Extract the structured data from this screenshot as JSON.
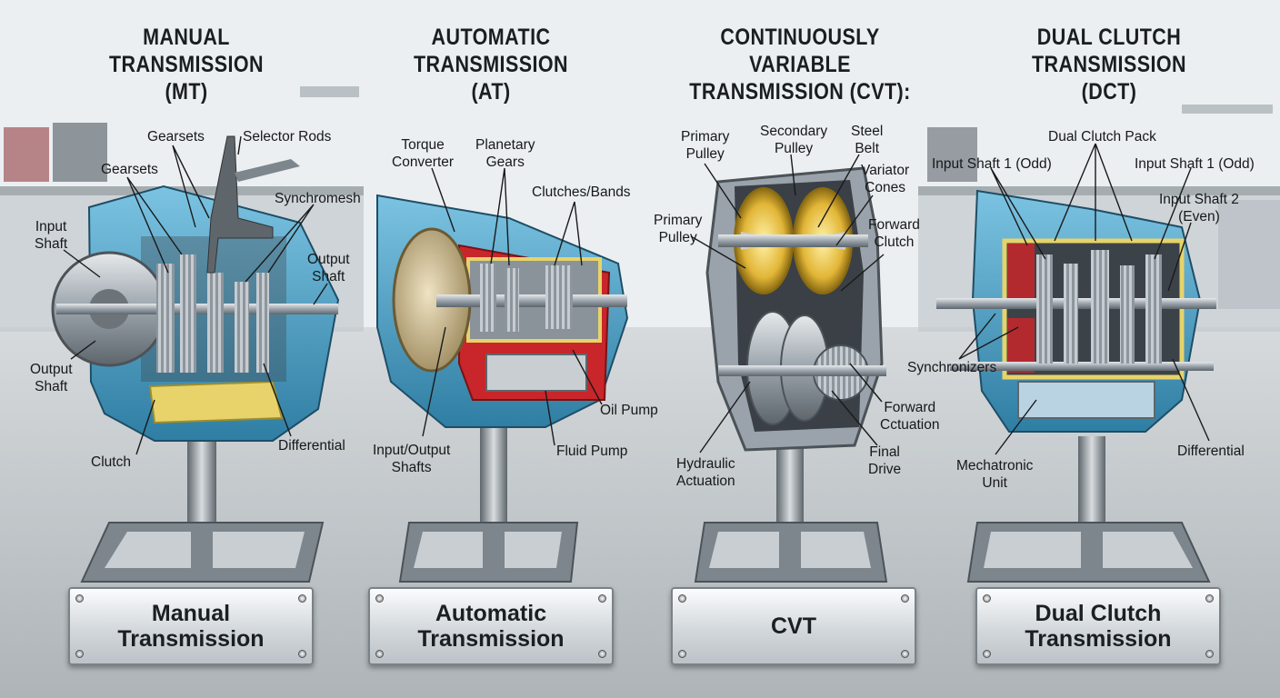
{
  "titles": {
    "mt": [
      "MANUAL",
      "TRANSMISSION (MT)"
    ],
    "at": [
      "AUTOMATIC",
      "TRANSMISSION (AT)"
    ],
    "cvt": [
      "CONTINUOUSLY VARIABLE",
      "TRANSMISSION (CVT):"
    ],
    "dct": [
      "DUAL CLUTCH",
      "TRANSMISSION (DCT)"
    ]
  },
  "labels": {
    "mt": {
      "gearsets_top": "Gearsets",
      "selector_rods": "Selector Rods",
      "gearsets": "Gearsets",
      "synchromesh": "Synchromesh",
      "input_shaft": [
        "Input",
        "Shaft"
      ],
      "output_shaft_right": [
        "Output",
        "Shaft"
      ],
      "output_shaft_left": [
        "Output",
        "Shaft"
      ],
      "clutch": "Clutch",
      "differential": "Differential"
    },
    "at": {
      "torque_converter": [
        "Torque",
        "Converter"
      ],
      "planetary_gears": [
        "Planetary",
        "Gears"
      ],
      "clutches_bands": "Clutches/Bands",
      "oil_pump": "Oil Pump",
      "input_output_shafts": [
        "Input/Output",
        "Shafts"
      ],
      "fluid_pump": "Fluid Pump"
    },
    "cvt": {
      "primary_pulley_top": [
        "Primary",
        "Pulley"
      ],
      "secondary_pulley": [
        "Secondary",
        "Pulley"
      ],
      "steel_belt": [
        "Steel",
        "Belt"
      ],
      "variator_cones": [
        "Variator",
        "Cones"
      ],
      "primary_pulley": [
        "Primary",
        "Pulley"
      ],
      "forward_clutch": [
        "Forward",
        "Clutch"
      ],
      "hydraulic_actuation": [
        "Hydraulic",
        "Actuation"
      ],
      "forward_actuation": [
        "Forward",
        "Cctuation"
      ],
      "final_drive": [
        "Final",
        "Drive"
      ]
    },
    "dct": {
      "dual_clutch_pack": "Dual Clutch Pack",
      "input_shaft_1_left": "Input Shaft 1 (Odd)",
      "input_shaft_1_right": "Input Shaft 1 (Odd)",
      "input_shaft_2": [
        "Input Shaft 2",
        "(Even)"
      ],
      "synchronizers": "Synchronizers",
      "mechatronic_unit": [
        "Mechatronic",
        "Unit"
      ],
      "differential": "Differential"
    }
  },
  "plates": {
    "mt": [
      "Manual",
      "Transmission"
    ],
    "at": [
      "Automatic",
      "Transmission"
    ],
    "cvt": [
      "CVT"
    ],
    "dct": [
      "Dual Clutch",
      "Transmission"
    ]
  },
  "colors": {
    "casing_blue": "#4f9fc4",
    "housing_grey": "#8a929a",
    "oil_yellow": "#e7d36a",
    "seal_red": "#c8262a",
    "steel": "#9aa3ab",
    "stand": "#6f787f",
    "torque_converter": "#cdbb8f"
  }
}
